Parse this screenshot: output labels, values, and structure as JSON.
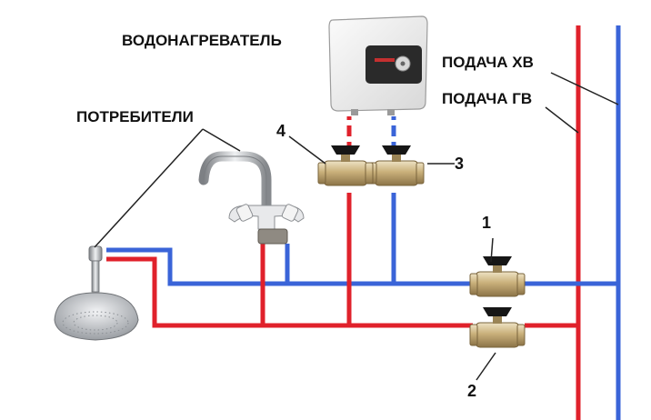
{
  "labels": {
    "heater": "ВОДОНАГРЕВАТЕЛЬ",
    "consumers": "ПОТРЕБИТЕЛИ",
    "cold_supply": "ПОДАЧА ХВ",
    "hot_supply": "ПОДАЧА ГВ"
  },
  "valves": [
    {
      "number": "1"
    },
    {
      "number": "2"
    },
    {
      "number": "3"
    },
    {
      "number": "4"
    }
  ],
  "colors": {
    "hot_pipe": "#e0212b",
    "cold_pipe": "#3a64d8",
    "leader_line": "#222222",
    "brass": "#c9b07a",
    "chrome": "#b9bcc0"
  },
  "icons": [
    "water-heater-icon",
    "faucet-icon",
    "shower-head-icon",
    "ball-valve-icon"
  ]
}
